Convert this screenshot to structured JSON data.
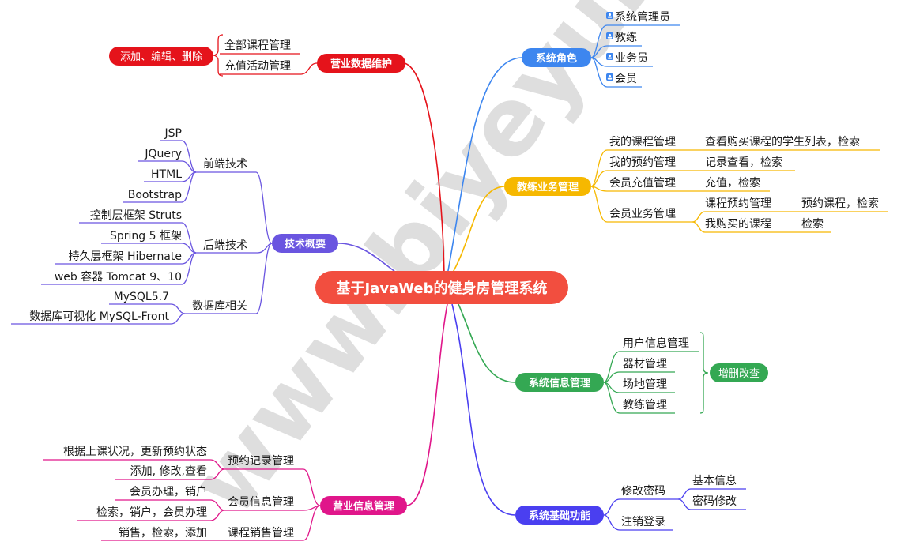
{
  "root": {
    "label": "基于JavaWeb的健身房管理系统",
    "color": "#f24e3f"
  },
  "watermark": "www.biyeyun.com",
  "branches": {
    "data_maint": {
      "label": "营业数据维护",
      "color": "#e5131b",
      "children": [
        "全部课程管理",
        "充值活动管理"
      ],
      "summary_tag": "添加、编辑、删除"
    },
    "roles": {
      "label": "系统角色",
      "color": "#3d86ef",
      "icon": "user-icon",
      "children": [
        "系统管理员",
        "教练",
        "业务员",
        "会员"
      ]
    },
    "tech": {
      "label": "技术概要",
      "color": "#6a55e0",
      "groups": [
        {
          "label": "前端技术",
          "items": [
            "JSP",
            "JQuery",
            "HTML",
            "Bootstrap"
          ]
        },
        {
          "label": "后端技术",
          "items": [
            "控制层框架 Struts",
            "Spring 5 框架",
            "持久层框架 Hibernate",
            "web 容器 Tomcat 9、10"
          ]
        },
        {
          "label": "数据库相关",
          "items": [
            "MySQL5.7",
            "数据库可视化 MySQL-Front"
          ]
        }
      ]
    },
    "coach": {
      "label": "教练业务管理",
      "color": "#f6b800",
      "rows": [
        {
          "label": "我的课程管理",
          "detail": "查看购买课程的学生列表，检索"
        },
        {
          "label": "我的预约管理",
          "detail": "记录查看，检索"
        },
        {
          "label": "会员充值管理",
          "detail": "充值，检索"
        },
        {
          "label": "会员业务管理",
          "sub": [
            {
              "label": "课程预约管理",
              "detail": "预约课程，检索"
            },
            {
              "label": "我购买的课程",
              "detail": "检索"
            }
          ]
        }
      ]
    },
    "sysinfo": {
      "label": "系统信息管理",
      "color": "#34a853",
      "children": [
        "用户信息管理",
        "器材管理",
        "场地管理",
        "教练管理"
      ],
      "summary_tag": "增删改查"
    },
    "bizinfo": {
      "label": "营业信息管理",
      "color": "#e0168a",
      "groups": [
        {
          "label": "预约记录管理",
          "items": [
            "根据上课状况，更新预约状态",
            "添加, 修改,查看"
          ]
        },
        {
          "label": "会员信息管理",
          "items": [
            "会员办理，销户",
            "检索，销户，会员办理"
          ]
        },
        {
          "label": "课程销售管理",
          "items": [
            "销售，检索，添加"
          ]
        }
      ]
    },
    "basic": {
      "label": "系统基础功能",
      "color": "#4a3ff0",
      "groups": [
        {
          "label": "修改密码",
          "items": [
            "基本信息",
            "密码修改"
          ]
        },
        {
          "label": "注销登录",
          "items": []
        }
      ]
    }
  }
}
